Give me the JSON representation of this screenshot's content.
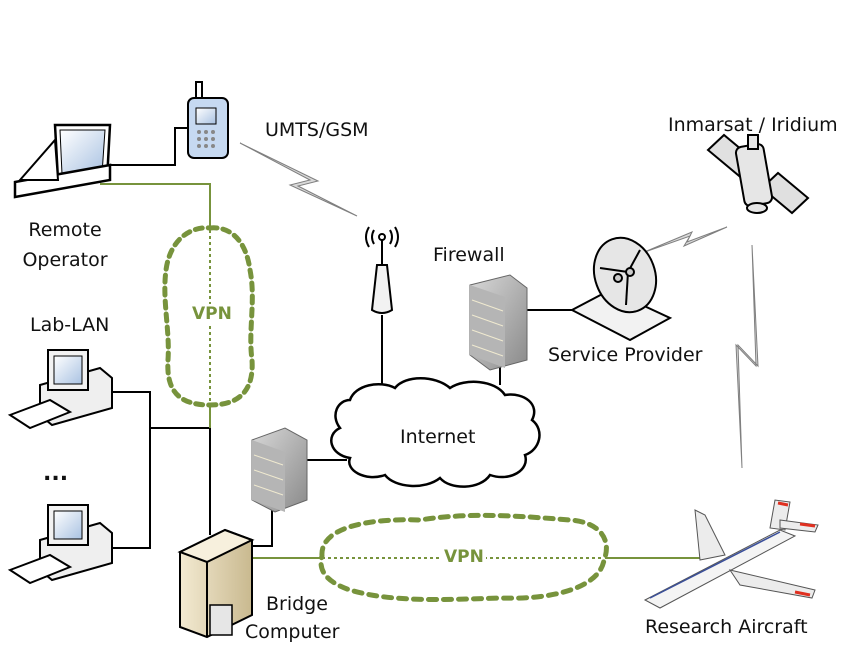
{
  "diagram": {
    "nodes": {
      "remote_operator": {
        "label_line1": "Remote",
        "label_line2": "Operator",
        "icon": "laptop-icon"
      },
      "mobile_phone": {
        "icon": "mobile-phone-icon"
      },
      "umts": {
        "label": "UMTS/GSM"
      },
      "cell_tower": {
        "icon": "antenna-icon"
      },
      "firewall_top": {
        "label": "Firewall",
        "icon": "firewall-icon"
      },
      "service_provider": {
        "label": "Service Provider",
        "icon": "satellite-dish-icon"
      },
      "satellite": {
        "label": "Inmarsat / Iridium",
        "icon": "satellite-icon"
      },
      "lab_lan": {
        "label": "Lab-LAN",
        "ellipsis": "...",
        "icon": "workstation-icon"
      },
      "internet": {
        "label": "Internet",
        "icon": "cloud-icon"
      },
      "firewall_bottom": {
        "icon": "firewall-icon"
      },
      "bridge_computer": {
        "label_line1": "Bridge",
        "label_line2": "Computer",
        "icon": "server-icon"
      },
      "research_aircraft": {
        "label": "Research Aircraft",
        "icon": "aircraft-icon"
      }
    },
    "tunnels": {
      "vpn_vertical": {
        "label": "VPN"
      },
      "vpn_horizontal": {
        "label": "VPN"
      }
    },
    "colors": {
      "vpn_green": "#77933c",
      "link_black": "#000000",
      "wireless_gray": "#bfbfbf"
    }
  }
}
